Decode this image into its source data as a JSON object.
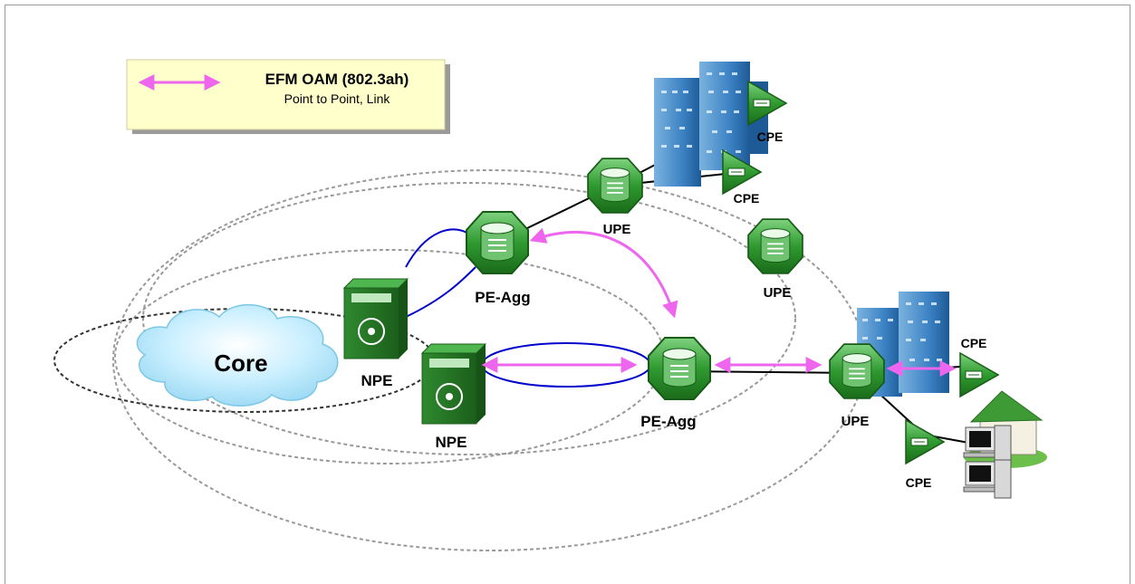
{
  "legend": {
    "title": "EFM OAM (802.3ah)",
    "subtitle": "Point to Point, Link"
  },
  "nodes": {
    "core": "Core",
    "npe_top": "NPE",
    "npe_bottom": "NPE",
    "peagg_top": "PE-Agg",
    "peagg_bottom": "PE-Agg",
    "upe_top": "UPE",
    "upe_middle": "UPE",
    "upe_bottom": "UPE",
    "cpe_top1": "CPE",
    "cpe_top2": "CPE",
    "cpe_right1": "CPE",
    "cpe_right2": "CPE"
  },
  "colors": {
    "oam_arrow": "#ee66ee",
    "link_blue": "#0000cc",
    "router_green": "#2f9a2f",
    "legend_bg": "#ffffcc",
    "cloud": "#aee4f6"
  },
  "icons": {
    "router": "router-icon",
    "switch": "switch-icon",
    "cpe": "cpe-icon",
    "building": "building-icon",
    "house": "house-icon",
    "computer": "computer-icon",
    "cloud": "cloud-icon"
  }
}
